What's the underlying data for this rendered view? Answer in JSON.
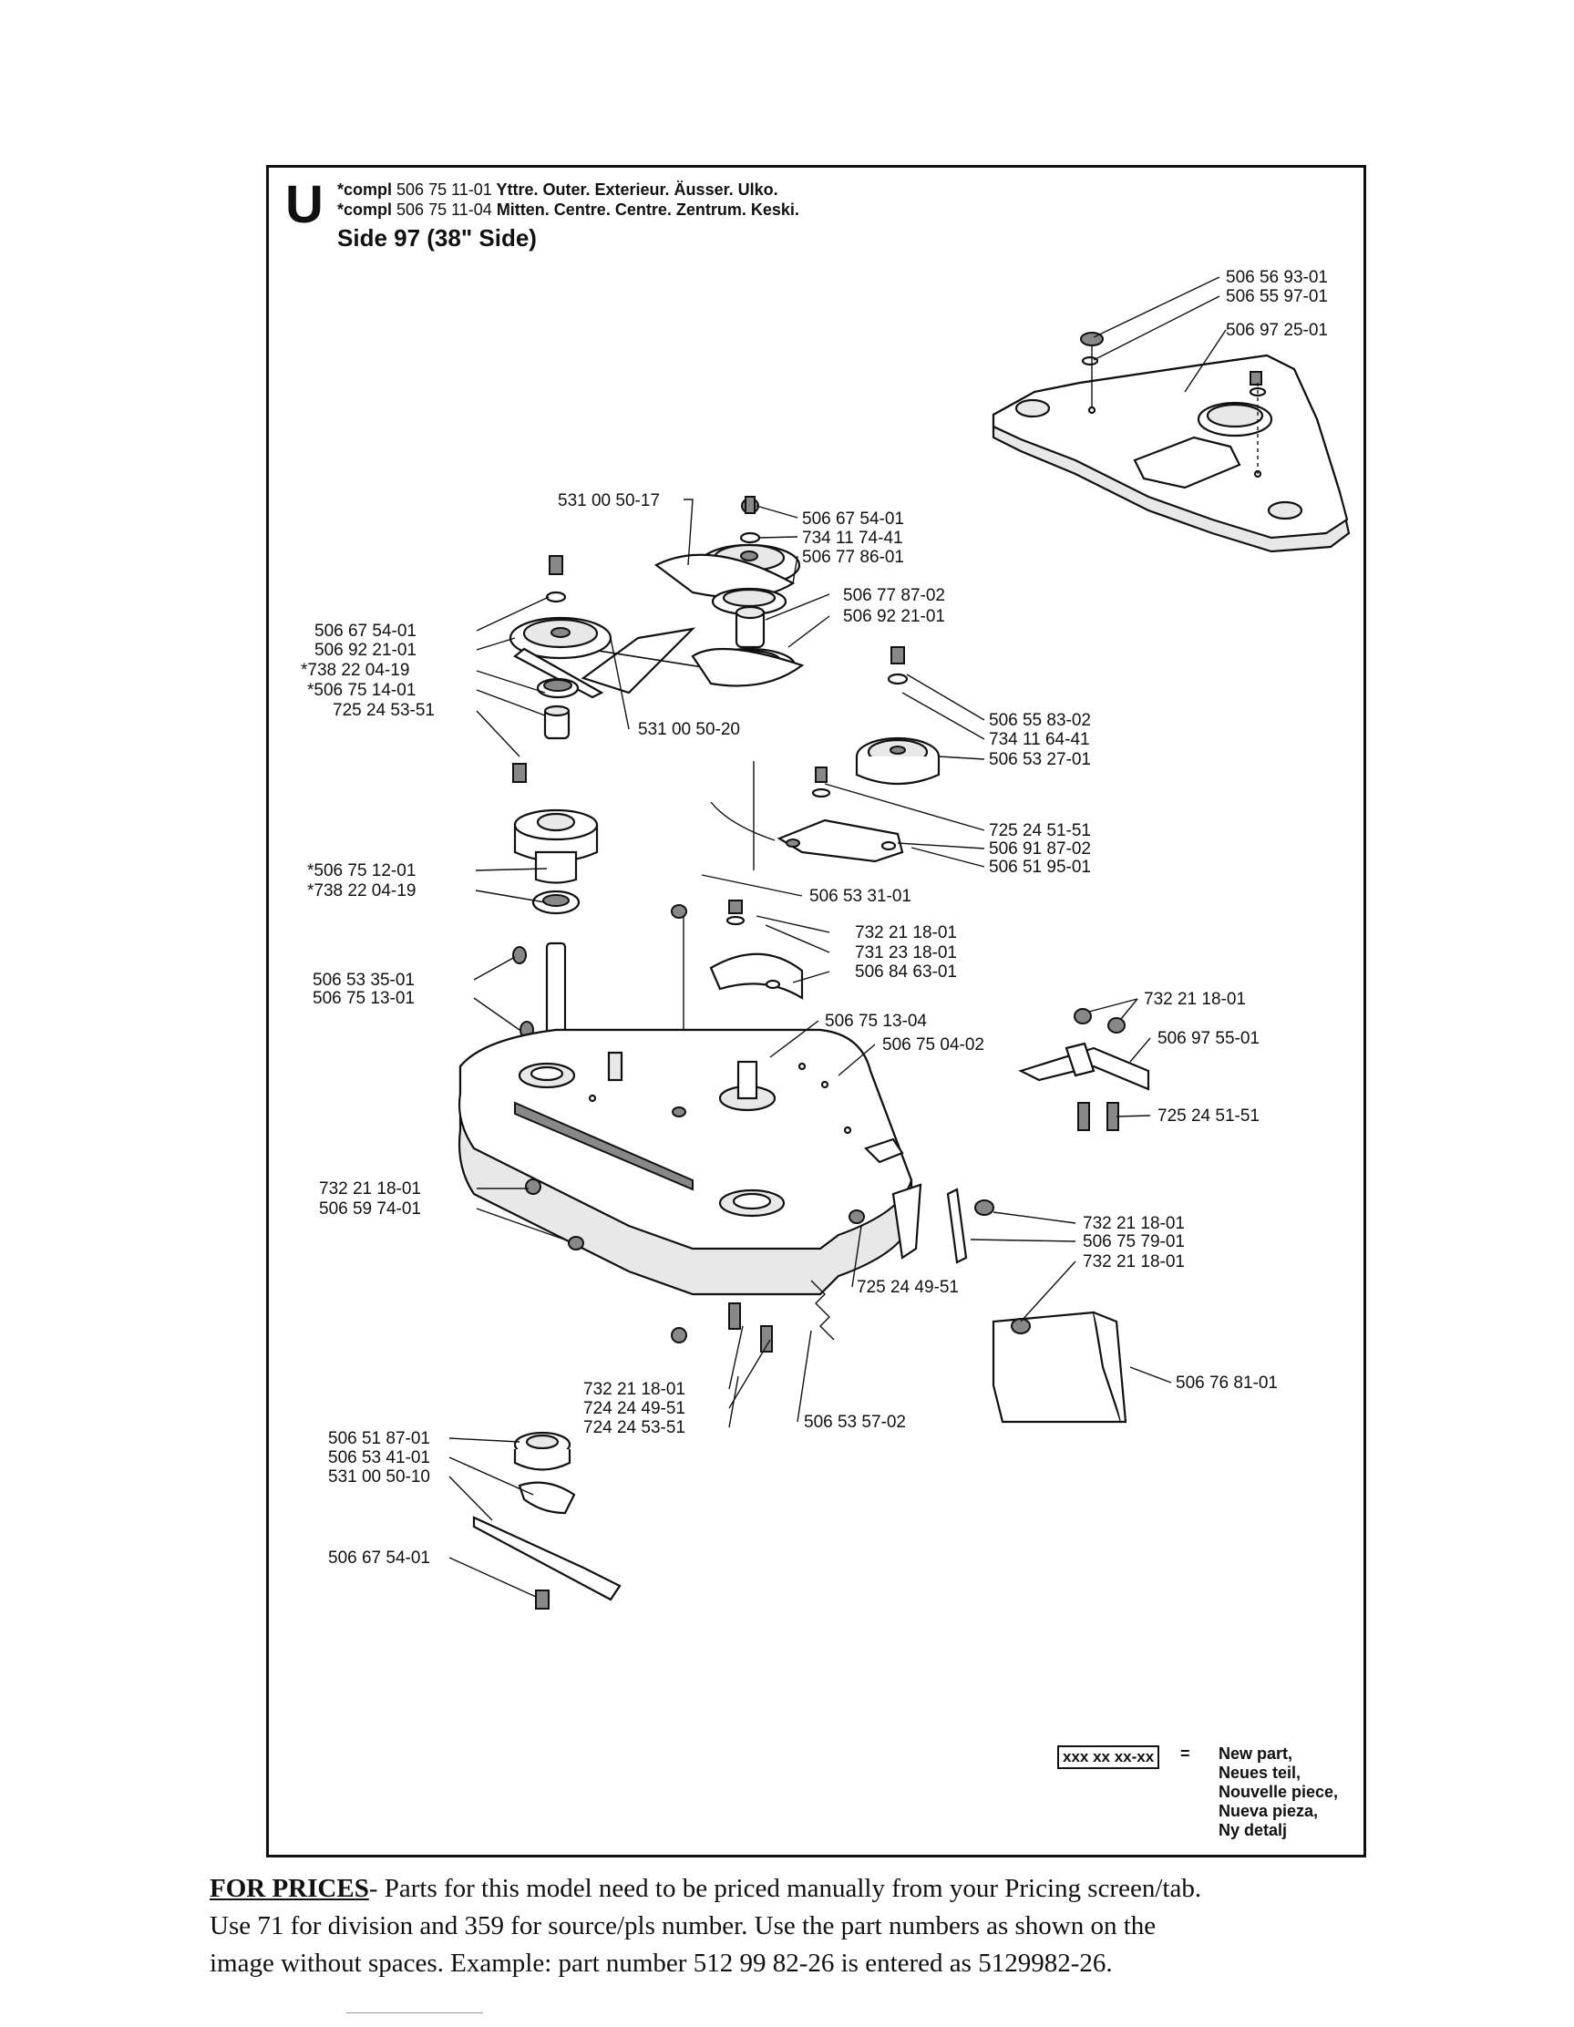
{
  "header": {
    "letter": "U",
    "line1_prefix": "*compl",
    "line1_part": "506 75 11-01",
    "line1_text": "Yttre. Outer. Exterieur. Äusser. Ulko.",
    "line2_prefix": "*compl",
    "line2_part": "506 75 11-04",
    "line2_text": "Mitten. Centre. Centre. Zentrum. Keski.",
    "subtitle": "Side 97 (38\" Side)"
  },
  "parts": {
    "p01": "506 56 93-01",
    "p02": "506 55 97-01",
    "p03": "506 97 25-01",
    "p04": "531 00 50-17",
    "p05": "506 67 54-01",
    "p06": "734 11 74-41",
    "p07": "506 77 86-01",
    "p08": "506 67 54-01",
    "p09": "506 92 21-01",
    "p10": "*738 22 04-19",
    "p11": "*506 75 14-01",
    "p12": "725 24 53-51",
    "p13": "506 77 87-02",
    "p14": "506 92 21-01",
    "p15": "531 00 50-20",
    "p16": "506 55 83-02",
    "p17": "734 11 64-41",
    "p18": "506 53 27-01",
    "p19": "725 24 51-51",
    "p20": "506 91 87-02",
    "p21": "506 51 95-01",
    "p22": "*506 75 12-01",
    "p23": "*738 22 04-19",
    "p24": "506 53 31-01",
    "p25": "732 21 18-01",
    "p26": "731 23 18-01",
    "p27": "506 84 63-01",
    "p28": "506 53 35-01",
    "p29": "506 75 13-01",
    "p30": "506 75 13-04",
    "p31": "506 75 04-02",
    "p32": "732 21 18-01",
    "p33": "506 97 55-01",
    "p34": "725 24 51-51",
    "p35": "732 21 18-01",
    "p36": "506 59 74-01",
    "p37": "732 21 18-01",
    "p38": "506 75 79-01",
    "p39": "732 21 18-01",
    "p40": "725 24 49-51",
    "p41": "732 21 18-01",
    "p42": "724 24 49-51",
    "p43": "724 24 53-51",
    "p44": "506 53 57-02",
    "p45": "506 76 81-01",
    "p46": "506 51 87-01",
    "p47": "506 53 41-01",
    "p48": "531 00 50-10",
    "p49": "506 67 54-01"
  },
  "legend": {
    "box": "xxx xx xx-xx",
    "equals": "=",
    "lines": [
      "New part,",
      "Neues teil,",
      "Nouvelle piece,",
      "Nueva pieza,",
      "Ny detalj"
    ]
  },
  "footer": {
    "heading": "FOR PRICES",
    "line1": "- Parts for this model need to be priced manually from your Pricing screen/tab.",
    "line2": "Use 71 for division and 359 for source/pls number.  Use the part numbers as shown on the",
    "line3": "image without spaces.  Example: part number 512 99 82-26 is entered as 5129982-26."
  }
}
